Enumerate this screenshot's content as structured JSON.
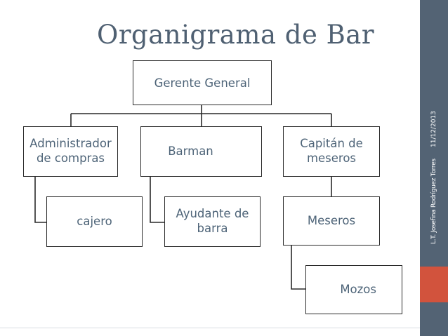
{
  "slide": {
    "title": "Organigrama de Bar",
    "footer_date": "11/12/2013",
    "footer_author": "L.T. Josefina Rodríguez Torres"
  },
  "org": {
    "gerente": "Gerente General",
    "administrador_line1": "Administrador",
    "administrador_line2": "de compras",
    "cajero": "cajero",
    "barman": "Barman",
    "ayudante_line1": "Ayudante de",
    "ayudante_line2": "barra",
    "capitan_line1": "Capitán de",
    "capitan_line2": "meseros",
    "meseros": "Meseros",
    "mozos": "Mozos"
  },
  "colors": {
    "title": "#4f6072",
    "sidebar": "#536374",
    "accent": "#d2533d",
    "box_text": "#4e6478"
  }
}
